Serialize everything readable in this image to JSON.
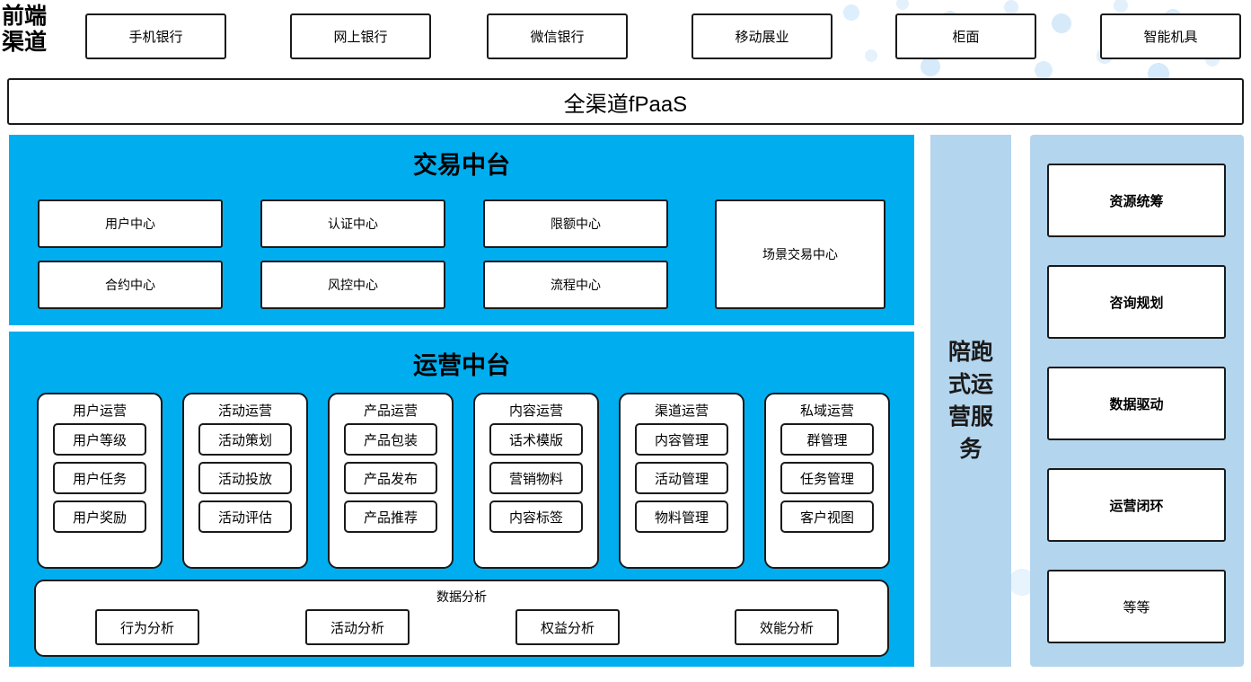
{
  "front_channel": {
    "label": "前端\n渠道",
    "items": [
      {
        "label": "手机银行"
      },
      {
        "label": "网上银行"
      },
      {
        "label": "微信银行"
      },
      {
        "label": "移动展业"
      },
      {
        "label": "柜面"
      },
      {
        "label": "智能机具"
      }
    ]
  },
  "fpaas": {
    "label": "全渠道fPaaS"
  },
  "trade_platform": {
    "title": "交易中台",
    "boxes": [
      {
        "label": "用户中心"
      },
      {
        "label": "认证中心"
      },
      {
        "label": "限额中心"
      },
      {
        "label": "合约中心"
      },
      {
        "label": "风控中心"
      },
      {
        "label": "流程中心"
      },
      {
        "label": "场景交易中心"
      }
    ]
  },
  "operation_platform": {
    "title": "运营中台",
    "columns": [
      {
        "title": "用户运营",
        "items": [
          "用户等级",
          "用户任务",
          "用户奖励"
        ]
      },
      {
        "title": "活动运营",
        "items": [
          "活动策划",
          "活动投放",
          "活动评估"
        ]
      },
      {
        "title": "产品运营",
        "items": [
          "产品包装",
          "产品发布",
          "产品推荐"
        ]
      },
      {
        "title": "内容运营",
        "items": [
          "话术模版",
          "营销物料",
          "内容标签"
        ]
      },
      {
        "title": "渠道运营",
        "items": [
          "内容管理",
          "活动管理",
          "物料管理"
        ]
      },
      {
        "title": "私域运营",
        "items": [
          "群管理",
          "任务管理",
          "客户视图"
        ]
      }
    ],
    "analysis": {
      "title": "数据分析",
      "items": [
        "行为分析",
        "活动分析",
        "权益分析",
        "效能分析"
      ]
    }
  },
  "service_column": {
    "label": "陪跑式运营服务"
  },
  "right_panel": {
    "cards": [
      {
        "label": "资源统筹",
        "bold": true
      },
      {
        "label": "咨询规划",
        "bold": true
      },
      {
        "label": "数据驱动",
        "bold": true
      },
      {
        "label": "运营闭环",
        "bold": true
      },
      {
        "label": "等等",
        "bold": false
      }
    ]
  },
  "colors": {
    "cyan": "#00AEEF",
    "light_blue": "#B4D5EE",
    "outline": "#1a1a1a",
    "white": "#ffffff"
  }
}
